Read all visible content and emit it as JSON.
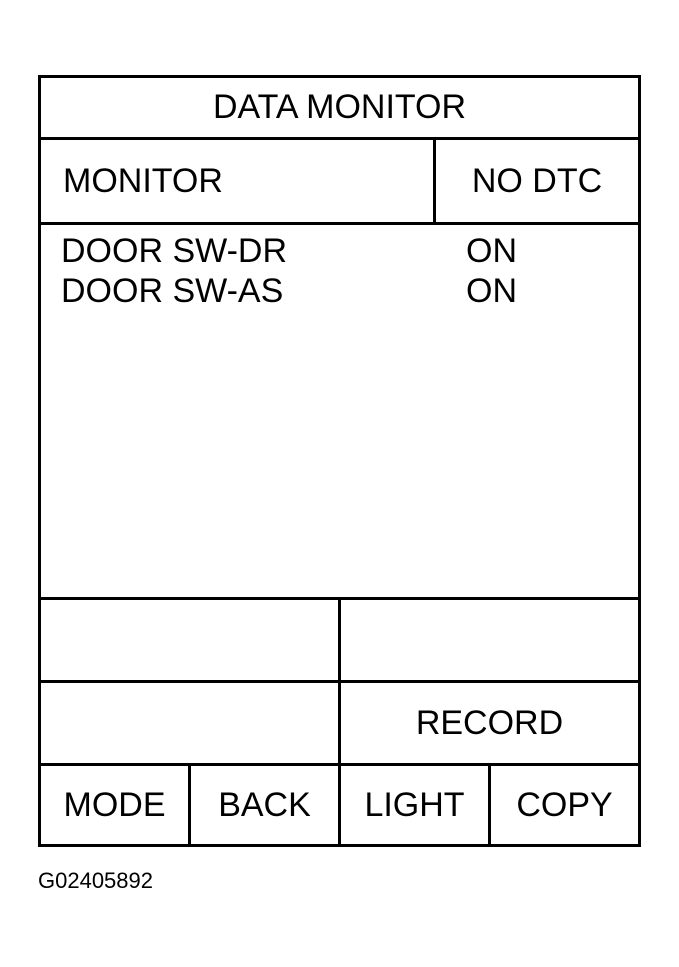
{
  "screen": {
    "title": "DATA MONITOR",
    "mode_label": "MONITOR",
    "dtc_status": "NO DTC",
    "data_items": [
      {
        "name": "DOOR SW-DR",
        "value": "ON"
      },
      {
        "name": "DOOR SW-AS",
        "value": "ON"
      }
    ],
    "record_label": "RECORD",
    "buttons": {
      "mode": "MODE",
      "back": "BACK",
      "light": "LIGHT",
      "copy": "COPY"
    }
  },
  "figure_id": "G02405892"
}
